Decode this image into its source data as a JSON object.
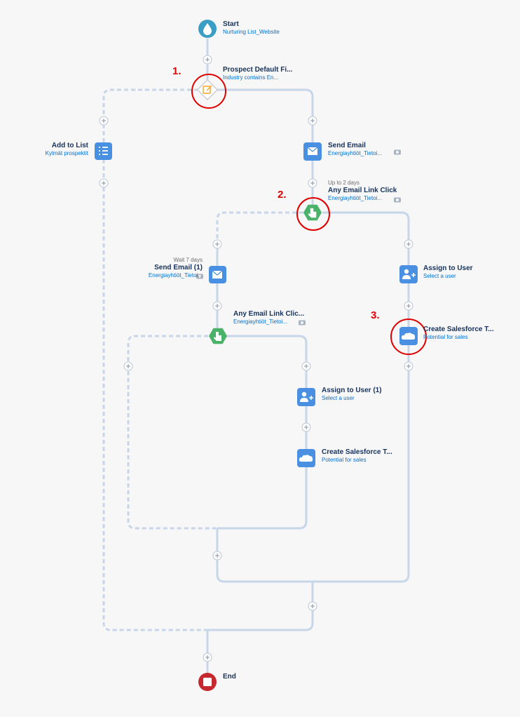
{
  "start": {
    "title": "Start",
    "subtitle": "Nurturing List_Website"
  },
  "rule": {
    "title": "Prospect Default Fi...",
    "subtitle": "Industry contains En..."
  },
  "add_list": {
    "title": "Add to List",
    "subtitle": "Kylmät prospektit"
  },
  "send_email": {
    "title": "Send Email",
    "subtitle": "Energiayhtiöt_Tietoi..."
  },
  "click1": {
    "note": "Up to 2 days",
    "title": "Any Email Link Click",
    "subtitle": "Energiayhtiöt_Tietoi..."
  },
  "send_email2": {
    "note": "Wait 7 days",
    "title": "Send Email (1)",
    "subtitle": "Energiayhtiöt_Tietoi..."
  },
  "click2": {
    "title": "Any Email Link Clic...",
    "subtitle": "Energiayhtiöt_Tietoi..."
  },
  "assign_user": {
    "title": "Assign to User",
    "subtitle": "Select a user"
  },
  "sf_task": {
    "title": "Create Salesforce T...",
    "subtitle": "Potential for sales"
  },
  "assign_user2": {
    "title": "Assign to User (1)",
    "subtitle": "Select a user"
  },
  "sf_task2": {
    "title": "Create Salesforce T...",
    "subtitle": "Potential for sales"
  },
  "end": {
    "title": "End"
  },
  "markers": [
    "1.",
    "2.",
    "3."
  ],
  "colors": {
    "line": "#c7d6e8",
    "action": "#4a90e2",
    "trigger": "#4bb26a",
    "start": "#3b9ec4",
    "end": "#c62830",
    "rule": "#f5a623",
    "annotation": "#e00000"
  },
  "icons": {
    "start": "drop-icon",
    "rule": "edit-icon",
    "list": "list-icon",
    "email": "envelope-icon",
    "click": "hand-pointer-icon",
    "user": "add-user-icon",
    "salesforce": "cloud-icon",
    "end": "stop-icon",
    "preview": "camera-icon",
    "add": "plus-icon"
  }
}
